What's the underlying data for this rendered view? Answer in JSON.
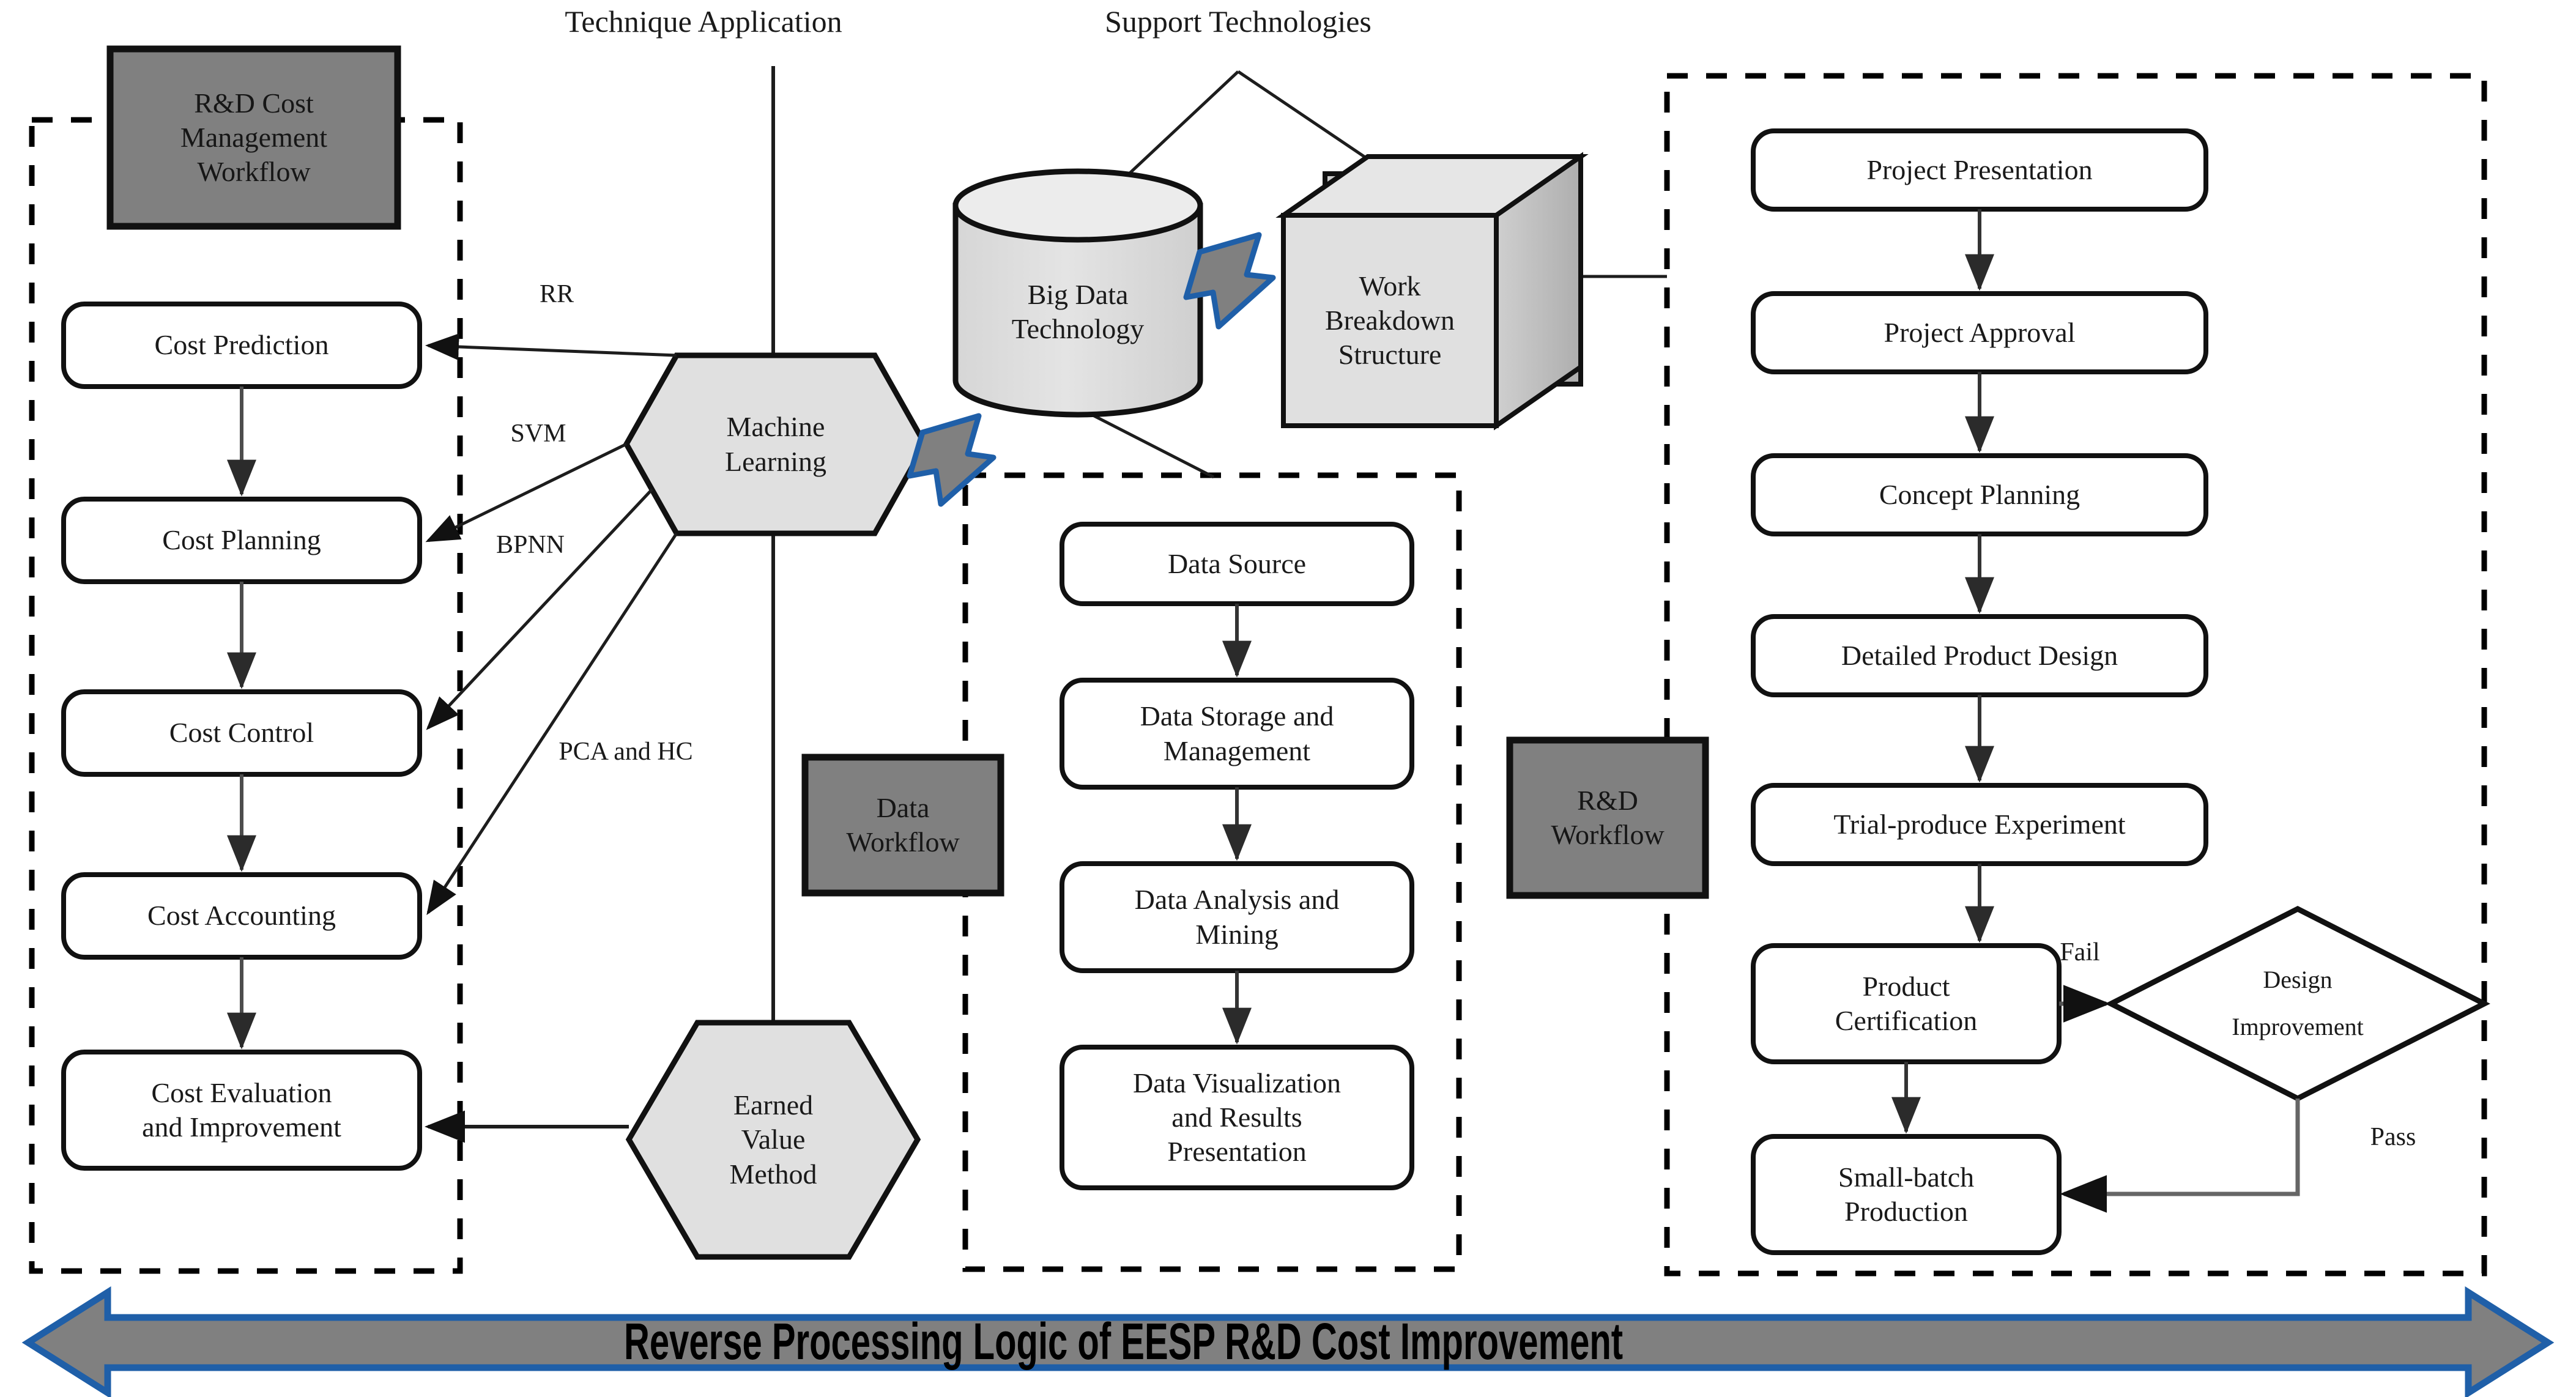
{
  "diagram": {
    "title_banner": "Reverse Processing Logic of EESP R&D Cost Improvement",
    "top_labels": {
      "technique_application": "Technique Application",
      "support_technologies": "Support Technologies"
    },
    "group_labels": {
      "rd_cost_management": "R&D Cost\nManagement\nWorkflow",
      "rd_cost_management_lines": [
        "R&D Cost",
        "Management",
        "Workflow"
      ],
      "data_workflow_lines": [
        "Data",
        "Workflow"
      ],
      "rd_workflow_lines": [
        "R&D",
        "Workflow"
      ]
    },
    "cost_workflow": {
      "steps": [
        "Cost Prediction",
        "Cost Planning",
        "Cost Control",
        "Cost Accounting",
        "Cost Evaluation and Improvement"
      ],
      "step_lines": [
        [
          "Cost Prediction"
        ],
        [
          "Cost Planning"
        ],
        [
          "Cost Control"
        ],
        [
          "Cost Accounting"
        ],
        [
          "Cost Evaluation",
          "and Improvement"
        ]
      ]
    },
    "data_workflow": {
      "steps": [
        "Data Source",
        "Data Storage and Management",
        "Data Analysis and Mining",
        "Data Visualization and Results Presentation"
      ],
      "step_lines": [
        [
          "Data Source"
        ],
        [
          "Data Storage and",
          "Management"
        ],
        [
          "Data Analysis and",
          "Mining"
        ],
        [
          "Data Visualization",
          "and Results",
          "Presentation"
        ]
      ]
    },
    "rd_workflow": {
      "steps": [
        "Project Presentation",
        "Project Approval",
        "Concept Planning",
        "Detailed Product Design",
        "Trial-produce Experiment",
        "Product Certification",
        "Small-batch Production"
      ],
      "step_lines": [
        [
          "Project Presentation"
        ],
        [
          "Project Approval"
        ],
        [
          "Concept Planning"
        ],
        [
          "Detailed Product Design"
        ],
        [
          "Trial-produce Experiment"
        ],
        [
          "Product",
          "Certification"
        ],
        [
          "Small-batch",
          "Production"
        ]
      ],
      "decision_lines": [
        "Design",
        "Improvement"
      ],
      "decision": "Design Improvement",
      "branch_fail": "Fail",
      "branch_pass": "Pass"
    },
    "techniques": {
      "machine_learning_lines": [
        "Machine",
        "Learning"
      ],
      "machine_learning": "Machine Learning",
      "earned_value_lines": [
        "Earned",
        "Value",
        "Method"
      ],
      "earned_value": "Earned Value Method",
      "method_edge_labels": [
        "RR",
        "SVM",
        "BPNN",
        "PCA and HC"
      ]
    },
    "support": {
      "big_data_lines": [
        "Big Data",
        "Technology"
      ],
      "big_data": "Big Data Technology",
      "wbs_lines": [
        "Work",
        "Breakdown",
        "Structure"
      ],
      "wbs": "Work Breakdown Structure"
    },
    "colors": {
      "group_label_fill": "#808080",
      "shape_fill": "#e0e0e0",
      "cube_side_fill": "#b8b8b8",
      "banner_body": "#808080",
      "banner_outline": "#1f5fa8",
      "stroke": "#000000",
      "thin_stroke": "#4d4d4d"
    }
  }
}
